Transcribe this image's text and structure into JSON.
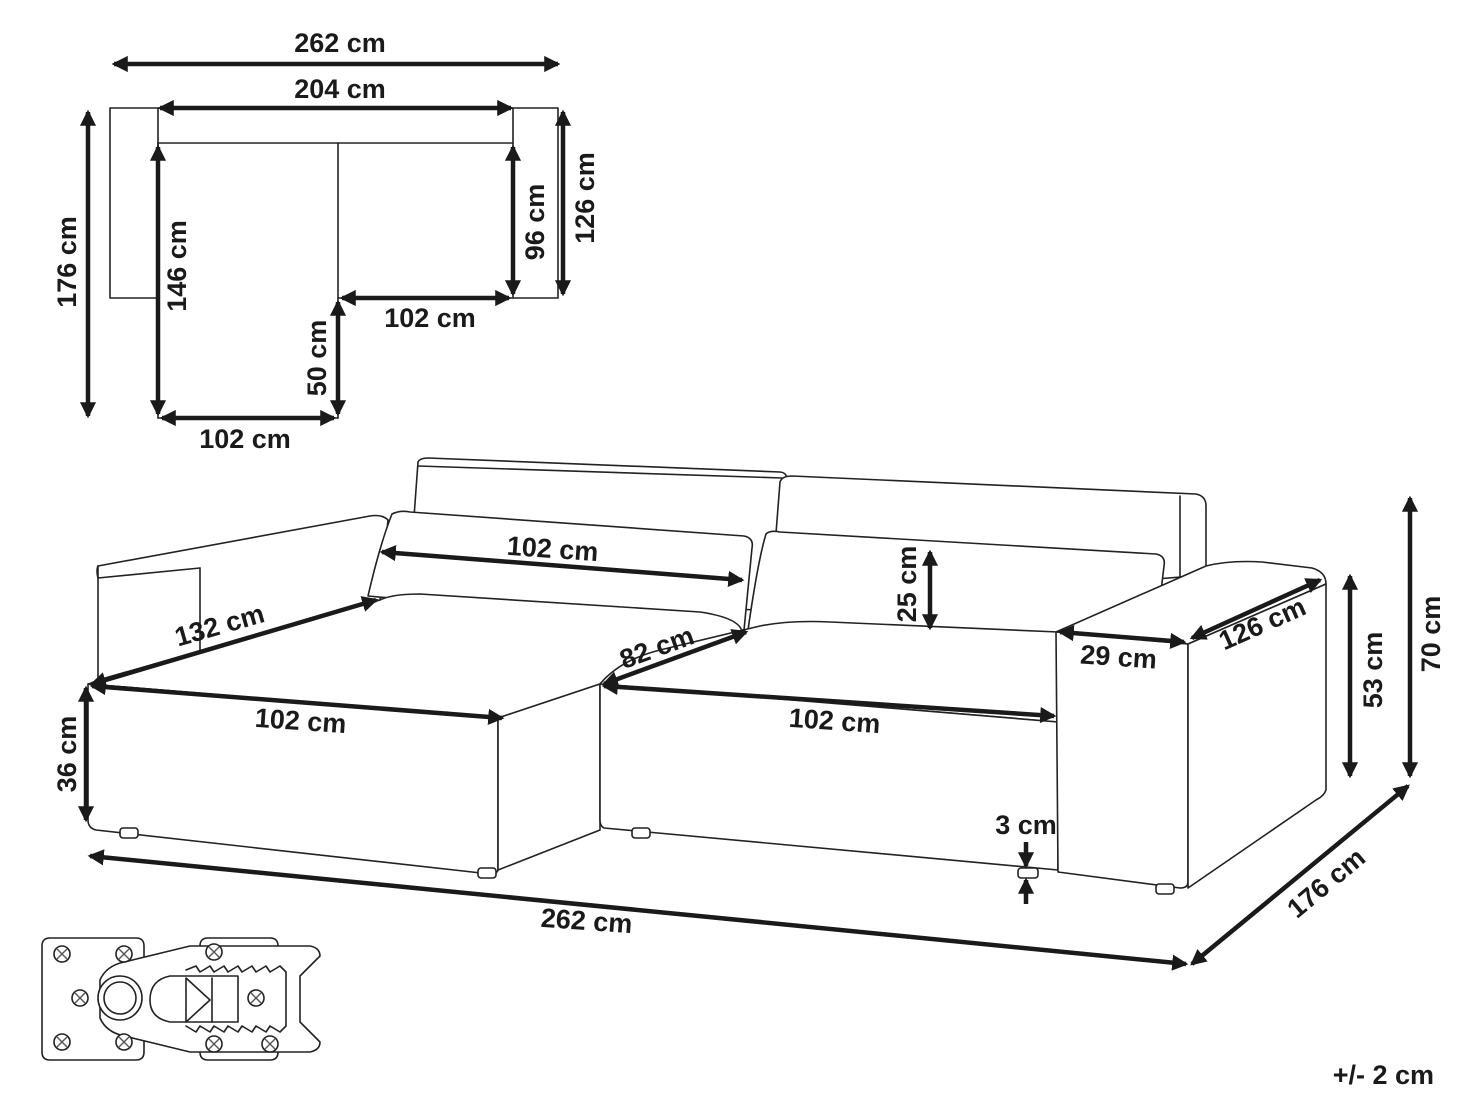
{
  "diagram": {
    "tolerance": "+/- 2 cm",
    "top_view": {
      "overall_width": "262 cm",
      "inner_width": "204 cm",
      "overall_depth": "176 cm",
      "chaise_depth": "146 cm",
      "chaise_front_depth": "50 cm",
      "chaise_width": "102 cm",
      "seat_width": "102 cm",
      "seat_depth": "96 cm",
      "side_depth": "126 cm"
    },
    "perspective_view": {
      "chaise_length": "132 cm",
      "chaise_back_width": "102 cm",
      "backrest_width": "102 cm",
      "chaise_front_width": "102 cm",
      "seat_front_width": "102 cm",
      "seat_depth": "82 cm",
      "backrest_height": "25 cm",
      "arm_width": "29 cm",
      "arm_depth": "126 cm",
      "seat_height": "36 cm",
      "arm_height": "53 cm",
      "total_height": "70 cm",
      "total_width": "262 cm",
      "total_depth": "176 cm",
      "foot_height": "3 cm"
    }
  }
}
